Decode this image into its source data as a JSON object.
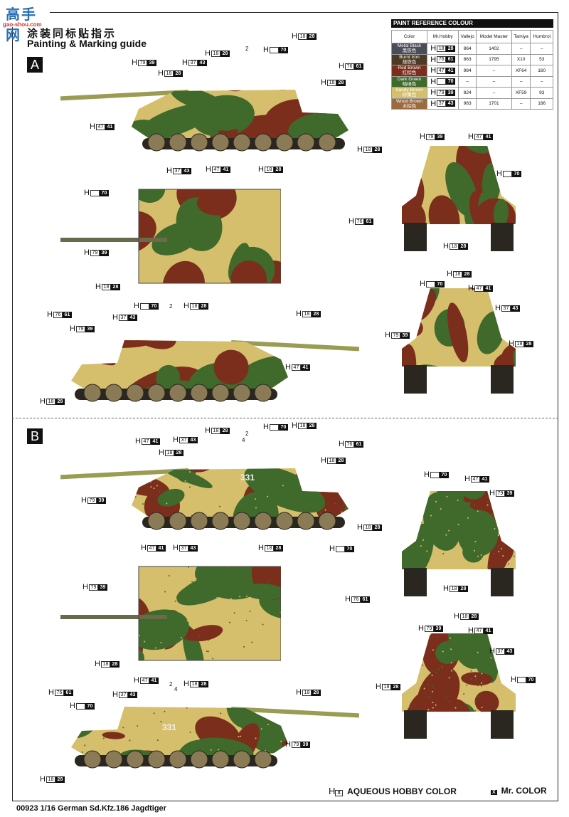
{
  "watermark": {
    "text": "高手网",
    "url_text": "gao-shou.com"
  },
  "title_cn": "涂装同标贴指示",
  "title_en": "Painting & Marking guide",
  "sections": [
    "A",
    "B"
  ],
  "paint_table": {
    "title": "PAINT  REFERENCE COLOUR",
    "headers": [
      "Color",
      "Mr.Hobby",
      "Vallejo",
      "Model Master",
      "Tamiya",
      "Humbrol"
    ],
    "rows": [
      {
        "name": "Metal Black",
        "cn": "黑铁色",
        "color": "#4a4d58",
        "h_aq": "18",
        "mr": "28",
        "vallejo": "864",
        "mm": "1402",
        "tamiya": "–",
        "humbrol": "–"
      },
      {
        "name": "Burnt Iron",
        "cn": "烧铁色",
        "color": "#4c3a24",
        "h_aq": "76",
        "mr": "61",
        "vallejo": "863",
        "mm": "1795",
        "tamiya": "X10",
        "humbrol": "53"
      },
      {
        "name": "Red Brown",
        "cn": "红棕色",
        "color": "#7c2e1c",
        "h_aq": "47",
        "mr": "41",
        "vallejo": "984",
        "mm": "–",
        "tamiya": "XF64",
        "humbrol": "160"
      },
      {
        "name": "Dark Green",
        "cn": "暗绿色",
        "color": "#3f6a2c",
        "h_aq": "",
        "mr": "70",
        "vallejo": "–",
        "mm": "–",
        "tamiya": "–",
        "humbrol": "–"
      },
      {
        "name": "Sandy Brown",
        "cn": "砂黄色",
        "color": "#d6bf6c",
        "h_aq": "79",
        "mr": "39",
        "vallejo": "824",
        "mm": "–",
        "tamiya": "XF59",
        "humbrol": "93"
      },
      {
        "name": "Wood Brown",
        "cn": "木棕色",
        "color": "#9b6a3e",
        "h_aq": "37",
        "mr": "43",
        "vallejo": "983",
        "mm": "1701",
        "tamiya": "–",
        "humbrol": "186"
      }
    ]
  },
  "callouts": [
    [
      "79",
      "39"
    ],
    [
      "37",
      "43"
    ],
    [
      "18",
      "28"
    ],
    [
      "18",
      "28"
    ],
    [
      "",
      "70"
    ],
    [
      "18",
      "28"
    ],
    [
      "18",
      "28"
    ],
    [
      "76",
      "61"
    ],
    [
      "47",
      "41"
    ],
    [
      "18",
      "28"
    ],
    [
      "37",
      "43"
    ],
    [
      "47",
      "41"
    ],
    [
      "18",
      "28"
    ],
    [
      "",
      "70"
    ],
    [
      "76",
      "61"
    ],
    [
      "79",
      "39"
    ],
    [
      "18",
      "28"
    ],
    [
      "79",
      "39"
    ],
    [
      "47",
      "41"
    ],
    [
      "",
      "70"
    ],
    [
      "18",
      "28"
    ],
    [
      "18",
      "28"
    ],
    [
      "",
      "70"
    ],
    [
      "47",
      "41"
    ],
    [
      "37",
      "43"
    ],
    [
      "79",
      "39"
    ],
    [
      "18",
      "28"
    ],
    [
      "18",
      "28"
    ],
    [
      "76",
      "61"
    ],
    [
      "79",
      "39"
    ],
    [
      "37",
      "43"
    ],
    [
      "",
      "70"
    ],
    [
      "18",
      "28"
    ],
    [
      "47",
      "41"
    ],
    [
      "18",
      "28"
    ],
    [
      "47",
      "41"
    ],
    [
      "37",
      "43"
    ],
    [
      "18",
      "28"
    ],
    [
      "18",
      "28"
    ],
    [
      "",
      "70"
    ],
    [
      "18",
      "28"
    ],
    [
      "18",
      "28"
    ],
    [
      "76",
      "61"
    ],
    [
      "79",
      "39"
    ],
    [
      "18",
      "28"
    ],
    [
      "47",
      "41"
    ],
    [
      "37",
      "43"
    ],
    [
      "18",
      "28"
    ],
    [
      "",
      "70"
    ],
    [
      "79",
      "39"
    ],
    [
      "76",
      "61"
    ],
    [
      "18",
      "28"
    ],
    [
      "",
      "70"
    ],
    [
      "47",
      "41"
    ],
    [
      "79",
      "39"
    ],
    [
      "18",
      "28"
    ],
    [
      "18",
      "28"
    ],
    [
      "79",
      "39"
    ],
    [
      "47",
      "41"
    ],
    [
      "37",
      "43"
    ],
    [
      "18",
      "28"
    ],
    [
      "",
      "70"
    ],
    [
      "18",
      "28"
    ],
    [
      "47",
      "41"
    ],
    [
      "18",
      "28"
    ],
    [
      "76",
      "61"
    ],
    [
      "37",
      "43"
    ],
    [
      "",
      "70"
    ],
    [
      "79",
      "39"
    ],
    [
      "18",
      "28"
    ]
  ],
  "decal_numbers": [
    "2",
    "2",
    "2",
    "4",
    "2",
    "4"
  ],
  "turret_marking": "331",
  "legend": {
    "h_symbol": "H",
    "h_box": "X",
    "aqueous": "AQUEOUS HOBBY COLOR",
    "mr_box": "X",
    "mr": "Mr. COLOR"
  },
  "footer": "00923  1/16 German Sd.Kfz.186 Jagdtiger"
}
